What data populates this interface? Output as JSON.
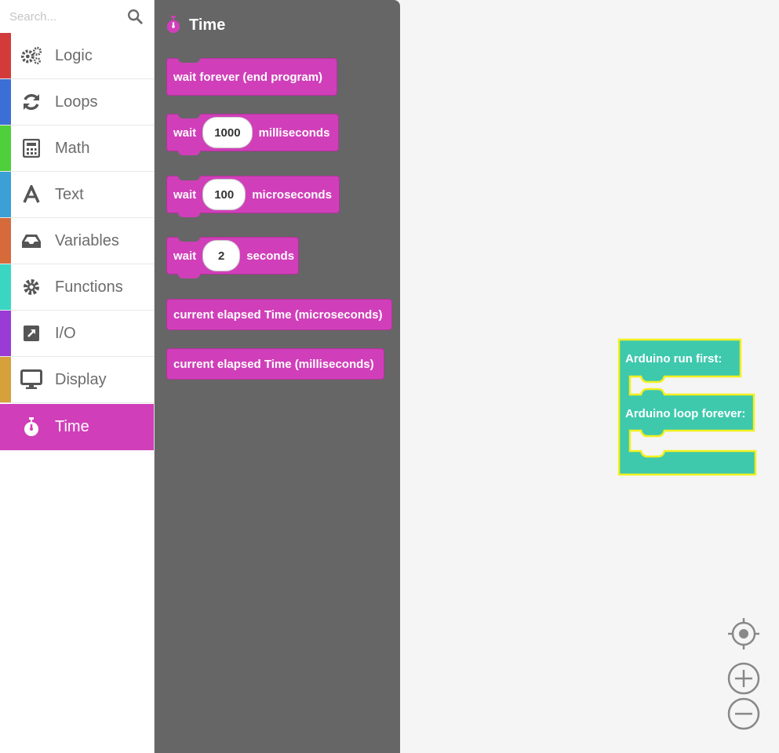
{
  "search": {
    "placeholder": "Search..."
  },
  "sidebar": {
    "categories": [
      {
        "label": "Logic",
        "color": "#d33b3b",
        "icon": "gears-icon"
      },
      {
        "label": "Loops",
        "color": "#3b6fd6",
        "icon": "refresh-icon"
      },
      {
        "label": "Math",
        "color": "#4fcf3b",
        "icon": "calculator-icon"
      },
      {
        "label": "Text",
        "color": "#3ba0d6",
        "icon": "font-icon"
      },
      {
        "label": "Variables",
        "color": "#d66a3b",
        "icon": "inbox-icon"
      },
      {
        "label": "Functions",
        "color": "#3bd6c2",
        "icon": "gear-icon"
      },
      {
        "label": "I/O",
        "color": "#9b3bd6",
        "icon": "external-link-icon"
      },
      {
        "label": "Display",
        "color": "#d6a03b",
        "icon": "monitor-icon"
      },
      {
        "label": "Time",
        "color": "#d03fb9",
        "icon": "stopwatch-icon"
      }
    ]
  },
  "flyout": {
    "title": "Time",
    "blocks": {
      "wait_forever": "wait forever (end program)",
      "wait_ms": {
        "prefix": "wait",
        "value": "1000",
        "suffix": "milliseconds"
      },
      "wait_us": {
        "prefix": "wait",
        "value": "100",
        "suffix": "microseconds"
      },
      "wait_s": {
        "prefix": "wait",
        "value": "2",
        "suffix": "seconds"
      },
      "elapsed_us": "current elapsed Time (microseconds)",
      "elapsed_ms": "current elapsed Time (milliseconds)"
    }
  },
  "workspace": {
    "run_first": "Arduino run first:",
    "loop_forever": "Arduino loop forever:",
    "block_color": "#3ec9ad",
    "highlight_color": "#f3f01e"
  },
  "controls": {
    "recenter": "crosshair-icon",
    "zoom_in": "zoom-in-icon",
    "zoom_out": "zoom-out-icon"
  }
}
